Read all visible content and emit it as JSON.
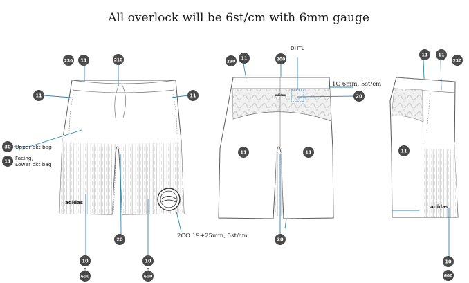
{
  "title": "All overlock will be 6st/cm with 6mm gauge",
  "badges": {
    "front_waist_band": "230",
    "front_waist_11": "11",
    "front_drawcord": "210",
    "front_left_11": "11",
    "front_right_11": "11",
    "front_hem_left_top": "10",
    "front_hem_left_bottom": "600",
    "front_hem_right_top": "10",
    "front_hem_right_bottom": "600",
    "front_crotch": "20",
    "upper_pkt": "30",
    "facing": "11",
    "back_waist_band": "230",
    "back_waist_11": "11",
    "back_center": "200",
    "back_yoke": "20",
    "back_left_11": "11",
    "back_right_11": "11",
    "back_crotch": "20",
    "side_top_11a": "11",
    "side_top_11b": "11",
    "side_top_230": "230",
    "side_body_11": "11",
    "side_hem_top": "10",
    "side_hem_bottom": "600"
  },
  "notes": {
    "dhtl": "DHTL",
    "yoke_stitch": "1C 6mm, 5st/cm",
    "hem_stitch": "2CO 19+25mm, 5st/cm",
    "plus": "+"
  },
  "labels": {
    "upper_pkt_bag": "Upper pkt bag",
    "facing_line1": "Facing,",
    "facing_line2": "Lower pkt bag"
  },
  "brand": "adidas",
  "colors": {
    "badge": "#4a4a4a",
    "leader": "#2b87b8",
    "outline": "#5b5b5b",
    "print": "#9a9a9a"
  }
}
